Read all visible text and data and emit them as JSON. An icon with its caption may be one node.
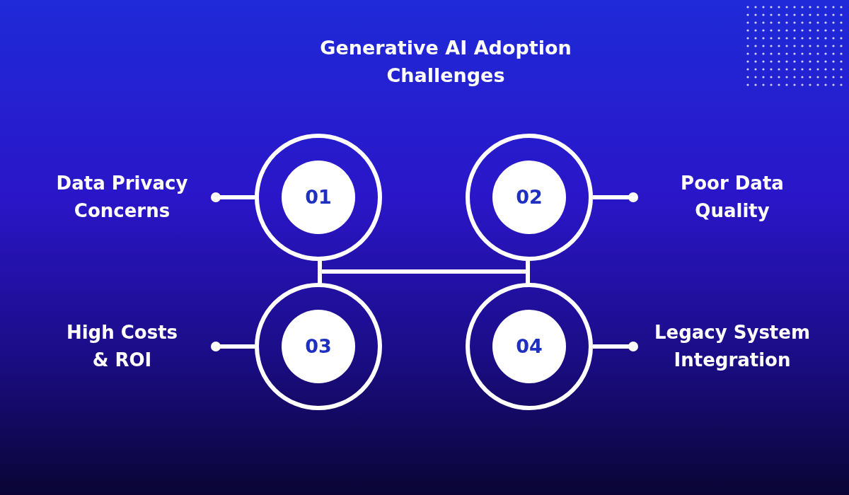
{
  "diagram": {
    "title": "Generative AI Adoption Challenges",
    "nodes": [
      {
        "text": [
          "01"
        ]
      },
      {
        "text": [
          "02"
        ]
      },
      {
        "text": [
          "03"
        ]
      },
      {
        "text": [
          "04"
        ]
      },
      {
        "text": [
          "Data Privacy Concerns"
        ]
      },
      {
        "text": [
          "Poor Data Quality"
        ]
      },
      {
        "text": [
          "High Costs & ROI"
        ]
      },
      {
        "text": [
          "Legacy System Integration"
        ]
      }
    ],
    "edges": [
      {
        "from": 0,
        "to": 4,
        "arrow": "other"
      },
      {
        "from": 1,
        "to": 5,
        "arrow": "other"
      },
      {
        "from": 2,
        "to": 6,
        "arrow": "other"
      },
      {
        "from": 3,
        "to": 7,
        "arrow": "other"
      }
    ]
  }
}
